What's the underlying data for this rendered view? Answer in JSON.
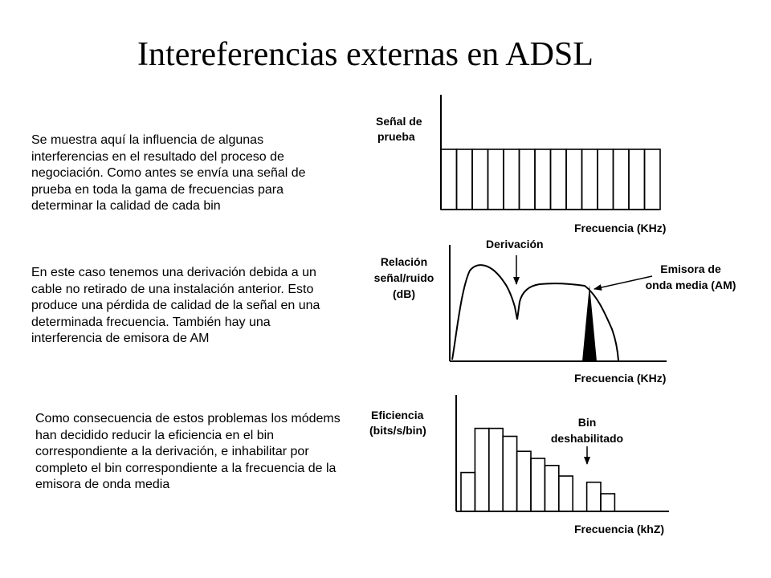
{
  "title": "Intereferencias externas en ADSL",
  "paragraphs": {
    "p1": "Se muestra aquí la influencia de algunas interferencias en el resultado del proceso de negociación. Como antes se envía una señal de prueba en toda la gama de frecuencias para determinar la calidad de cada bin",
    "p2": "En este caso tenemos una derivación debida a un cable no retirado de una instalación anterior. Esto produce una pérdida de calidad de la señal en una determinada frecuencia. También hay una interferencia de emisora de AM",
    "p3": "Como consecuencia de estos problemas los módems han decidido reducir la eficiencia en el bin correspondiente a la derivación, e inhabilitar por completo el bin correspondiente a la frecuencia de la emisora de onda media"
  },
  "diagram1": {
    "ylabel_line1": "Señal de",
    "ylabel_line2": "prueba",
    "xlabel": "Frecuencia (KHz)",
    "bin_count": 14
  },
  "diagram2": {
    "ylabel_line1": "Relación",
    "ylabel_line2": "señal/ruido",
    "ylabel_line3": "(dB)",
    "xlabel": "Frecuencia (KHz)",
    "annotation_derivacion": "Derivación",
    "annotation_am_line1": "Emisora de",
    "annotation_am_line2": "onda media (AM)"
  },
  "diagram3": {
    "ylabel_line1": "Eficiencia",
    "ylabel_line2": "(bits/s/bin)",
    "xlabel": "Frecuencia (khZ)",
    "annotation_line1": "Bin",
    "annotation_line2": "deshabilitado",
    "bin_levels": [
      0.44,
      0.94,
      0.94,
      0.85,
      0.68,
      0.6,
      0.52,
      0.4,
      0.0,
      0.33,
      0.2
    ]
  },
  "colors": {
    "background": "#ffffff",
    "ink": "#000000"
  }
}
